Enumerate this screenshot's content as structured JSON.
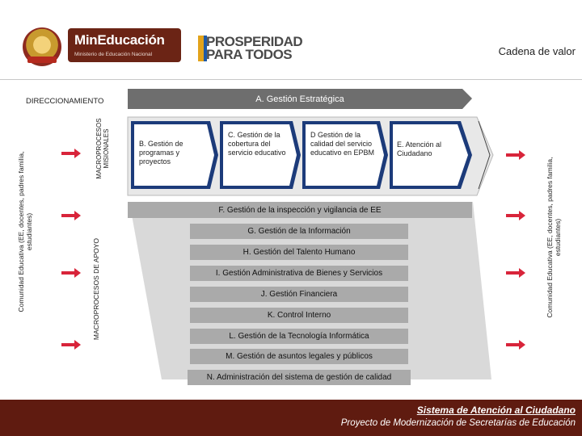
{
  "header": {
    "logo_title": "MinEducación",
    "logo_subtitle": "Ministerio de Educación Nacional",
    "prosperidad_line1": "PROSPERIDAD",
    "prosperidad_line2": "PARA TODOS",
    "page_title": "Cadena de valor"
  },
  "left_labels": {
    "direccionamiento": "DIRECCIONAMIENTO",
    "comunidad_line1": "Comunidad Educativa (EE, docentes, padres familia,",
    "comunidad_line2": "estudiantes)",
    "macro_misionales_line1": "MACROPROCESOS",
    "macro_misionales_line2": "MISIONALES",
    "macro_apoyo": "MACROPROCESOS DE APOYO"
  },
  "right_labels": {
    "comunidad_line1": "Comunidad Educativa (EE, docentes, padres familia,",
    "comunidad_line2": "estudiantes)"
  },
  "strategic": {
    "label": "A. Gestión Estratégica"
  },
  "missional": [
    {
      "label": "B. Gestión de programas y proyectos"
    },
    {
      "label": "C. Gestión de la cobertura del servicio educativo"
    },
    {
      "label": "D Gestión de la calidad del servicio educativo en EPBM"
    },
    {
      "label": "E. Atención al Ciudadano"
    }
  ],
  "support": [
    {
      "label": "F. Gestión de la inspección y vigilancia de EE"
    },
    {
      "label": "G. Gestión de la Información"
    },
    {
      "label": "H. Gestión del Talento Humano"
    },
    {
      "label": "I. Gestión Administrativa de Bienes y Servicios"
    },
    {
      "label": "J. Gestión Financiera"
    },
    {
      "label": "K. Control Interno"
    },
    {
      "label": "L. Gestión de la Tecnología Informática"
    },
    {
      "label": "M. Gestión de asuntos legales y públicos"
    },
    {
      "label": "N. Administración del sistema de gestión de calidad"
    }
  ],
  "footer": {
    "line1": "Sistema de Atención al Ciudadano",
    "line2": "Proyecto de Modernización de Secretarías de Educación"
  },
  "colors": {
    "brand": "#5f1b10",
    "bar": "#aaaaaa",
    "strategic_bar": "#6e6e6e",
    "missional": "#1c3b7a",
    "arrow": "#d8243a"
  }
}
